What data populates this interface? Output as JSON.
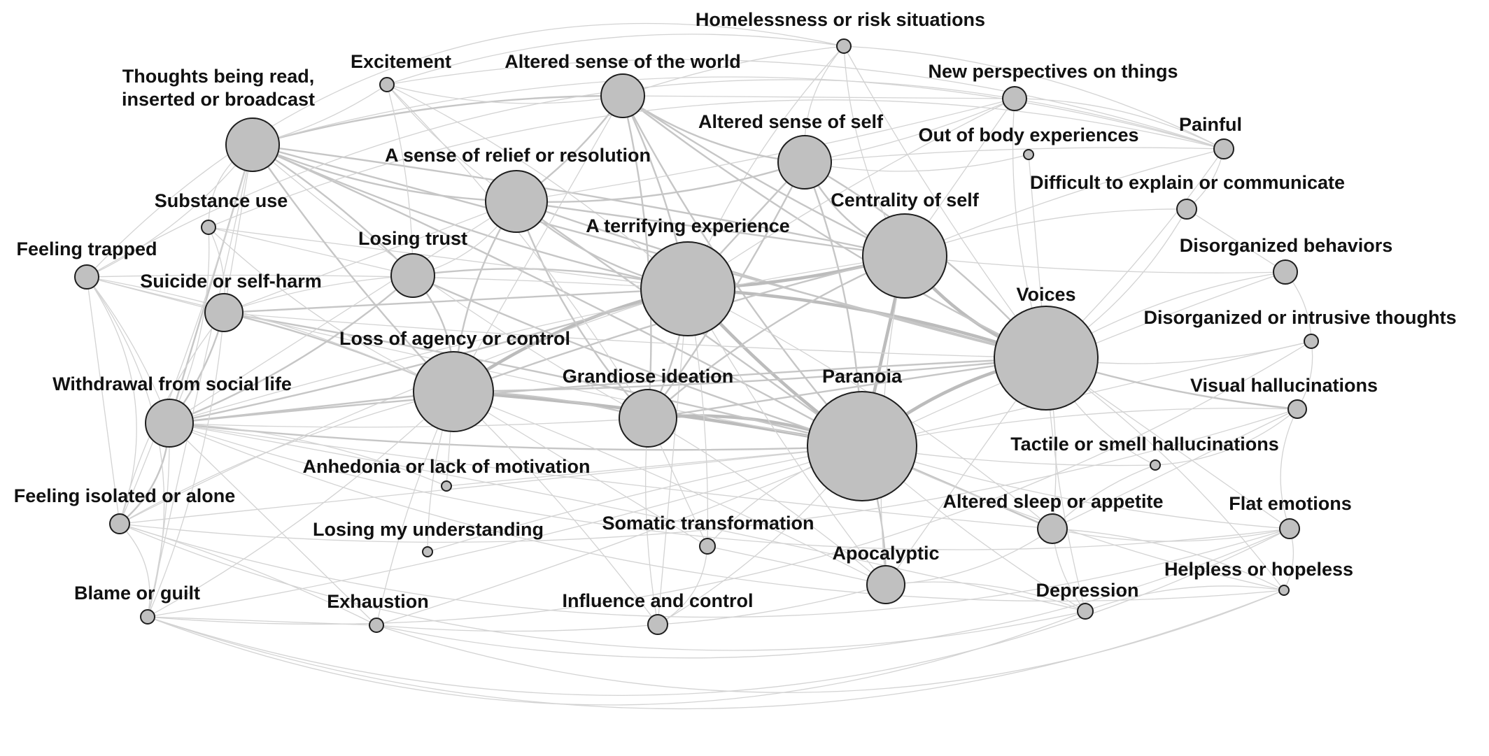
{
  "diagram": {
    "nodes": [
      {
        "id": "thoughts",
        "label_lines": [
          "Thoughts being read,",
          "inserted or broadcast"
        ]
      },
      {
        "id": "excitement",
        "label_lines": [
          "Excitement"
        ]
      },
      {
        "id": "altered_world",
        "label_lines": [
          "Altered sense of the world"
        ]
      },
      {
        "id": "homelessness",
        "label_lines": [
          "Homelessness or risk situations"
        ]
      },
      {
        "id": "new_perspectives",
        "label_lines": [
          "New perspectives on things"
        ]
      },
      {
        "id": "altered_self",
        "label_lines": [
          "Altered sense of self"
        ]
      },
      {
        "id": "out_of_body",
        "label_lines": [
          "Out of body experiences"
        ]
      },
      {
        "id": "painful",
        "label_lines": [
          "Painful"
        ]
      },
      {
        "id": "relief",
        "label_lines": [
          "A sense of relief or resolution"
        ]
      },
      {
        "id": "difficult",
        "label_lines": [
          "Difficult to explain or communicate"
        ]
      },
      {
        "id": "substance",
        "label_lines": [
          "Substance use"
        ]
      },
      {
        "id": "centrality",
        "label_lines": [
          "Centrality of self"
        ]
      },
      {
        "id": "terrifying",
        "label_lines": [
          "A terrifying experience"
        ]
      },
      {
        "id": "losing_trust",
        "label_lines": [
          "Losing trust"
        ]
      },
      {
        "id": "feeling_trapped",
        "label_lines": [
          "Feeling trapped"
        ]
      },
      {
        "id": "disorganized_behaviors",
        "label_lines": [
          "Disorganized behaviors"
        ]
      },
      {
        "id": "suicide",
        "label_lines": [
          "Suicide or self-harm"
        ]
      },
      {
        "id": "voices",
        "label_lines": [
          "Voices"
        ]
      },
      {
        "id": "disorganized_thoughts",
        "label_lines": [
          "Disorganized or intrusive thoughts"
        ]
      },
      {
        "id": "loss_agency",
        "label_lines": [
          "Loss of agency or control"
        ]
      },
      {
        "id": "grandiose",
        "label_lines": [
          "Grandiose ideation"
        ]
      },
      {
        "id": "paranoia",
        "label_lines": [
          "Paranoia"
        ]
      },
      {
        "id": "withdrawal",
        "label_lines": [
          "Withdrawal from social life"
        ]
      },
      {
        "id": "visual",
        "label_lines": [
          "Visual hallucinations"
        ]
      },
      {
        "id": "tactile",
        "label_lines": [
          "Tactile or smell hallucinations"
        ]
      },
      {
        "id": "anhedonia",
        "label_lines": [
          "Anhedonia or lack of motivation"
        ]
      },
      {
        "id": "isolated",
        "label_lines": [
          "Feeling isolated or alone"
        ]
      },
      {
        "id": "altered_sleep",
        "label_lines": [
          "Altered sleep or appetite"
        ]
      },
      {
        "id": "flat",
        "label_lines": [
          "Flat emotions"
        ]
      },
      {
        "id": "losing_understanding",
        "label_lines": [
          "Losing my understanding"
        ]
      },
      {
        "id": "somatic",
        "label_lines": [
          "Somatic transformation"
        ]
      },
      {
        "id": "apocalyptic",
        "label_lines": [
          "Apocalyptic"
        ]
      },
      {
        "id": "helpless",
        "label_lines": [
          "Helpless or hopeless"
        ]
      },
      {
        "id": "blame",
        "label_lines": [
          "Blame or guilt"
        ]
      },
      {
        "id": "exhaustion",
        "label_lines": [
          "Exhaustion"
        ]
      },
      {
        "id": "influence",
        "label_lines": [
          "Influence and control"
        ]
      },
      {
        "id": "depression",
        "label_lines": [
          "Depression"
        ]
      }
    ],
    "colors": {
      "background": "#ffffff",
      "node_fill": "#c0c0c0",
      "node_stroke": "#1e1e1e",
      "edge": "#c4c4c4",
      "label": "#111111"
    }
  }
}
